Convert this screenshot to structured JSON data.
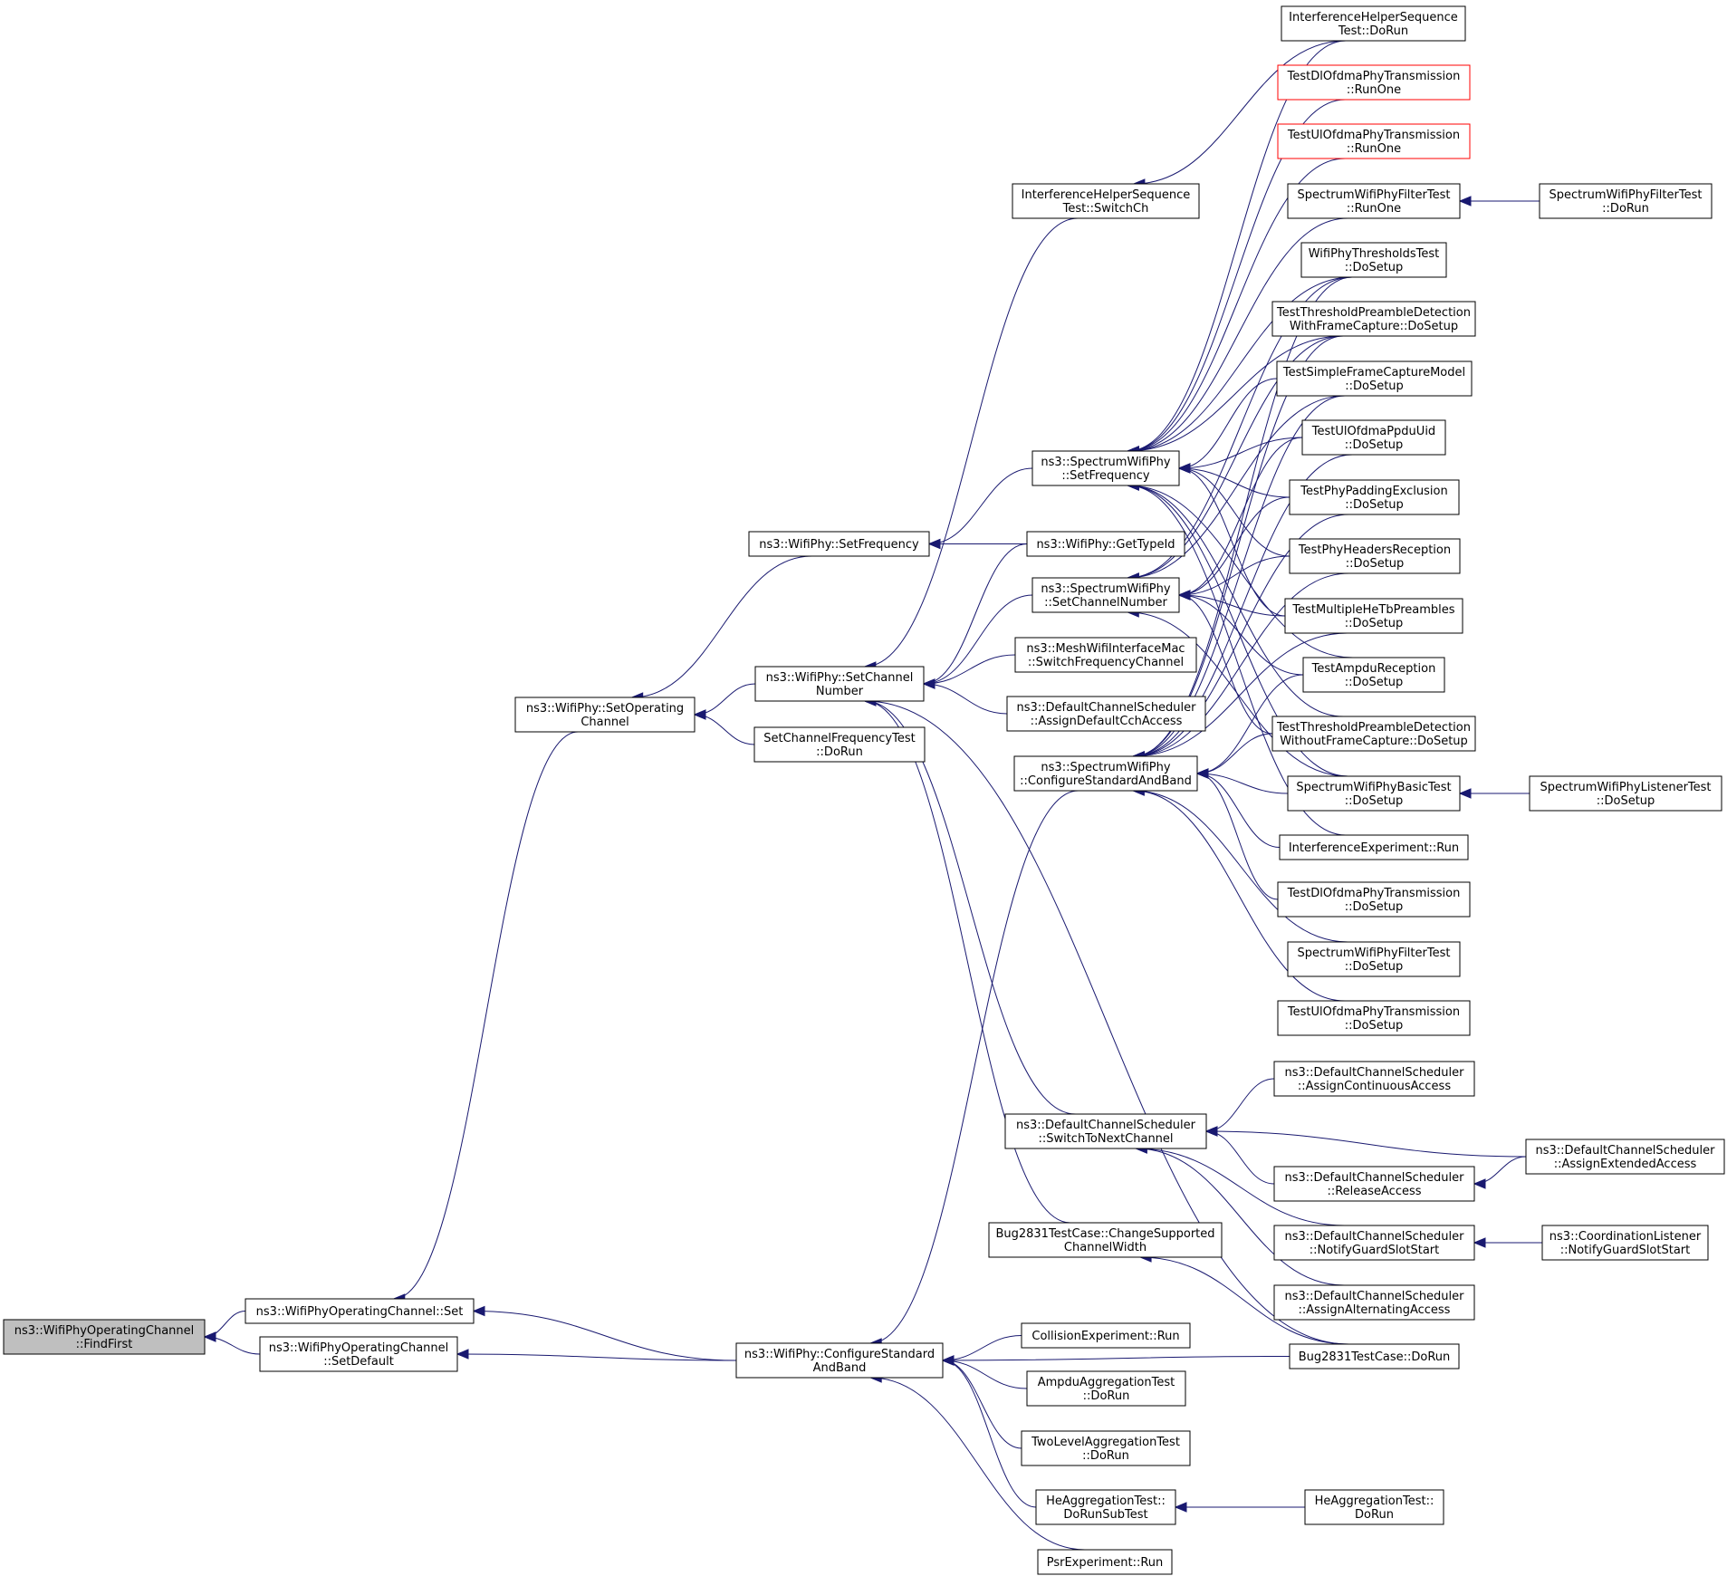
{
  "colors": {
    "edge": "#191970",
    "root_fill": "#bfbfbf",
    "highlight_border": "#ff0000",
    "node_border": "#000000"
  },
  "nodes": [
    {
      "id": "findfirst",
      "lines": [
        "ns3::WifiPhyOperatingChannel",
        "::FindFirst"
      ],
      "root": true
    },
    {
      "id": "set",
      "lines": [
        "ns3::WifiPhyOperatingChannel::Set"
      ]
    },
    {
      "id": "setdefault",
      "lines": [
        "ns3::WifiPhyOperatingChannel",
        "::SetDefault"
      ]
    },
    {
      "id": "setopch",
      "lines": [
        "ns3::WifiPhy::SetOperating",
        "Channel"
      ]
    },
    {
      "id": "wpsetfreq",
      "lines": [
        "ns3::WifiPhy::SetFrequency"
      ]
    },
    {
      "id": "wpsetchnum",
      "lines": [
        "ns3::WifiPhy::SetChannel",
        "Number"
      ]
    },
    {
      "id": "scftest",
      "lines": [
        "SetChannelFrequencyTest",
        "::DoRun"
      ]
    },
    {
      "id": "wpconfstd",
      "lines": [
        "ns3::WifiPhy::ConfigureStandard",
        "AndBand"
      ]
    },
    {
      "id": "ihstsw",
      "lines": [
        "InterferenceHelperSequence",
        "Test::SwitchCh"
      ]
    },
    {
      "id": "swpsetfreq",
      "lines": [
        "ns3::SpectrumWifiPhy",
        "::SetFrequency"
      ]
    },
    {
      "id": "gettypeid",
      "lines": [
        "ns3::WifiPhy::GetTypeId"
      ]
    },
    {
      "id": "swpsetchnum",
      "lines": [
        "ns3::SpectrumWifiPhy",
        "::SetChannelNumber"
      ]
    },
    {
      "id": "meshsw",
      "lines": [
        "ns3::MeshWifiInterfaceMac",
        "::SwitchFrequencyChannel"
      ]
    },
    {
      "id": "dcsassigndef",
      "lines": [
        "ns3::DefaultChannelScheduler",
        "::AssignDefaultCchAccess"
      ]
    },
    {
      "id": "swpconfstd",
      "lines": [
        "ns3::SpectrumWifiPhy",
        "::ConfigureStandardAndBand"
      ]
    },
    {
      "id": "dcsswitch",
      "lines": [
        "ns3::DefaultChannelScheduler",
        "::SwitchToNextChannel"
      ]
    },
    {
      "id": "bugchange",
      "lines": [
        "Bug2831TestCase::ChangeSupported",
        "ChannelWidth"
      ]
    },
    {
      "id": "collexp",
      "lines": [
        "CollisionExperiment::Run"
      ]
    },
    {
      "id": "ampduagg",
      "lines": [
        "AmpduAggregationTest",
        "::DoRun"
      ]
    },
    {
      "id": "twolevel",
      "lines": [
        "TwoLevelAggregationTest",
        "::DoRun"
      ]
    },
    {
      "id": "heaggsub",
      "lines": [
        "HeAggregationTest::",
        "DoRunSubTest"
      ]
    },
    {
      "id": "psrexp",
      "lines": [
        "PsrExperiment::Run"
      ]
    },
    {
      "id": "ihstdorun",
      "lines": [
        "InterferenceHelperSequence",
        "Test::DoRun"
      ]
    },
    {
      "id": "dlrunone",
      "lines": [
        "TestDlOfdmaPhyTransmission",
        "::RunOne"
      ],
      "highlight": true
    },
    {
      "id": "ulrunone",
      "lines": [
        "TestUlOfdmaPhyTransmission",
        "::RunOne"
      ],
      "highlight": true
    },
    {
      "id": "swpfiltrunone",
      "lines": [
        "SpectrumWifiPhyFilterTest",
        "::RunOne"
      ]
    },
    {
      "id": "wpthresh",
      "lines": [
        "WifiPhyThresholdsTest",
        "::DoSetup"
      ]
    },
    {
      "id": "ttpdwith",
      "lines": [
        "TestThresholdPreambleDetection",
        "WithFrameCapture::DoSetup"
      ]
    },
    {
      "id": "tsfcm",
      "lines": [
        "TestSimpleFrameCaptureModel",
        "::DoSetup"
      ]
    },
    {
      "id": "tulppdu",
      "lines": [
        "TestUlOfdmaPpduUid",
        "::DoSetup"
      ]
    },
    {
      "id": "tppe",
      "lines": [
        "TestPhyPaddingExclusion",
        "::DoSetup"
      ]
    },
    {
      "id": "tphr",
      "lines": [
        "TestPhyHeadersReception",
        "::DoSetup"
      ]
    },
    {
      "id": "tmhtb",
      "lines": [
        "TestMultipleHeTbPreambles",
        "::DoSetup"
      ]
    },
    {
      "id": "tampdu",
      "lines": [
        "TestAmpduReception",
        "::DoSetup"
      ]
    },
    {
      "id": "ttpdwithout",
      "lines": [
        "TestThresholdPreambleDetection",
        "WithoutFrameCapture::DoSetup"
      ]
    },
    {
      "id": "swpbasic",
      "lines": [
        "SpectrumWifiPhyBasicTest",
        "::DoSetup"
      ]
    },
    {
      "id": "intexp",
      "lines": [
        "InterferenceExperiment::Run"
      ]
    },
    {
      "id": "dlsetup",
      "lines": [
        "TestDlOfdmaPhyTransmission",
        "::DoSetup"
      ]
    },
    {
      "id": "swpfiltsetup",
      "lines": [
        "SpectrumWifiPhyFilterTest",
        "::DoSetup"
      ]
    },
    {
      "id": "ulsetup",
      "lines": [
        "TestUlOfdmaPhyTransmission",
        "::DoSetup"
      ]
    },
    {
      "id": "dcscont",
      "lines": [
        "ns3::DefaultChannelScheduler",
        "::AssignContinuousAccess"
      ]
    },
    {
      "id": "dcsrelease",
      "lines": [
        "ns3::DefaultChannelScheduler",
        "::ReleaseAccess"
      ]
    },
    {
      "id": "dcsguard",
      "lines": [
        "ns3::DefaultChannelScheduler",
        "::NotifyGuardSlotStart"
      ]
    },
    {
      "id": "dcsalt",
      "lines": [
        "ns3::DefaultChannelScheduler",
        "::AssignAlternatingAccess"
      ]
    },
    {
      "id": "bugdorun",
      "lines": [
        "Bug2831TestCase::DoRun"
      ]
    },
    {
      "id": "heaggdorun",
      "lines": [
        "HeAggregationTest::",
        "DoRun"
      ]
    },
    {
      "id": "swpfiltdorun",
      "lines": [
        "SpectrumWifiPhyFilterTest",
        "::DoRun"
      ]
    },
    {
      "id": "swplistener",
      "lines": [
        "SpectrumWifiPhyListenerTest",
        "::DoSetup"
      ]
    },
    {
      "id": "dcsext",
      "lines": [
        "ns3::DefaultChannelScheduler",
        "::AssignExtendedAccess"
      ]
    },
    {
      "id": "coordlist",
      "lines": [
        "ns3::CoordinationListener",
        "::NotifyGuardSlotStart"
      ]
    }
  ],
  "edges": [
    [
      "findfirst",
      "set"
    ],
    [
      "findfirst",
      "setdefault"
    ],
    [
      "set",
      "setopch"
    ],
    [
      "set",
      "wpconfstd"
    ],
    [
      "setdefault",
      "wpconfstd"
    ],
    [
      "setopch",
      "wpsetfreq"
    ],
    [
      "setopch",
      "wpsetchnum"
    ],
    [
      "setopch",
      "scftest"
    ],
    [
      "wpsetfreq",
      "swpsetfreq"
    ],
    [
      "wpsetfreq",
      "gettypeid"
    ],
    [
      "wpsetchnum",
      "ihstsw"
    ],
    [
      "wpsetchnum",
      "gettypeid"
    ],
    [
      "wpsetchnum",
      "swpsetchnum"
    ],
    [
      "wpsetchnum",
      "meshsw"
    ],
    [
      "wpsetchnum",
      "dcsassigndef"
    ],
    [
      "wpsetchnum",
      "dcsswitch"
    ],
    [
      "wpsetchnum",
      "bugchange"
    ],
    [
      "wpsetchnum",
      "bugdorun"
    ],
    [
      "wpconfstd",
      "swpconfstd"
    ],
    [
      "wpconfstd",
      "collexp"
    ],
    [
      "wpconfstd",
      "ampduagg"
    ],
    [
      "wpconfstd",
      "twolevel"
    ],
    [
      "wpconfstd",
      "heaggsub"
    ],
    [
      "wpconfstd",
      "psrexp"
    ],
    [
      "wpconfstd",
      "bugdorun"
    ],
    [
      "ihstsw",
      "ihstdorun"
    ],
    [
      "swpsetfreq",
      "ihstdorun"
    ],
    [
      "swpsetfreq",
      "dlrunone"
    ],
    [
      "swpsetfreq",
      "ulrunone"
    ],
    [
      "swpsetfreq",
      "swpfiltrunone"
    ],
    [
      "swpsetfreq",
      "wpthresh"
    ],
    [
      "swpsetfreq",
      "ttpdwith"
    ],
    [
      "swpsetfreq",
      "tsfcm"
    ],
    [
      "swpsetfreq",
      "tulppdu"
    ],
    [
      "swpsetfreq",
      "tppe"
    ],
    [
      "swpsetfreq",
      "tphr"
    ],
    [
      "swpsetfreq",
      "tmhtb"
    ],
    [
      "swpsetfreq",
      "tampdu"
    ],
    [
      "swpsetfreq",
      "ttpdwithout"
    ],
    [
      "swpsetfreq",
      "swpbasic"
    ],
    [
      "swpsetfreq",
      "intexp"
    ],
    [
      "swpsetchnum",
      "wpthresh"
    ],
    [
      "swpsetchnum",
      "ttpdwith"
    ],
    [
      "swpsetchnum",
      "tsfcm"
    ],
    [
      "swpsetchnum",
      "tulppdu"
    ],
    [
      "swpsetchnum",
      "tppe"
    ],
    [
      "swpsetchnum",
      "tphr"
    ],
    [
      "swpsetchnum",
      "tmhtb"
    ],
    [
      "swpsetchnum",
      "tampdu"
    ],
    [
      "swpsetchnum",
      "ttpdwithout"
    ],
    [
      "swpsetchnum",
      "swpbasic"
    ],
    [
      "swpconfstd",
      "wpthresh"
    ],
    [
      "swpconfstd",
      "ttpdwith"
    ],
    [
      "swpconfstd",
      "tsfcm"
    ],
    [
      "swpconfstd",
      "tulppdu"
    ],
    [
      "swpconfstd",
      "tppe"
    ],
    [
      "swpconfstd",
      "tphr"
    ],
    [
      "swpconfstd",
      "tmhtb"
    ],
    [
      "swpconfstd",
      "tampdu"
    ],
    [
      "swpconfstd",
      "ttpdwithout"
    ],
    [
      "swpconfstd",
      "swpbasic"
    ],
    [
      "swpconfstd",
      "intexp"
    ],
    [
      "swpconfstd",
      "dlsetup"
    ],
    [
      "swpconfstd",
      "swpfiltsetup"
    ],
    [
      "swpconfstd",
      "ulsetup"
    ],
    [
      "dcsswitch",
      "dcscont"
    ],
    [
      "dcsswitch",
      "dcsext"
    ],
    [
      "dcsswitch",
      "dcsrelease"
    ],
    [
      "dcsswitch",
      "dcsguard"
    ],
    [
      "dcsswitch",
      "dcsalt"
    ],
    [
      "bugchange",
      "bugdorun"
    ],
    [
      "heaggsub",
      "heaggdorun"
    ],
    [
      "swpfiltrunone",
      "swpfiltdorun"
    ],
    [
      "swpbasic",
      "swplistener"
    ],
    [
      "dcsrelease",
      "dcsext"
    ],
    [
      "dcsguard",
      "coordlist"
    ]
  ]
}
